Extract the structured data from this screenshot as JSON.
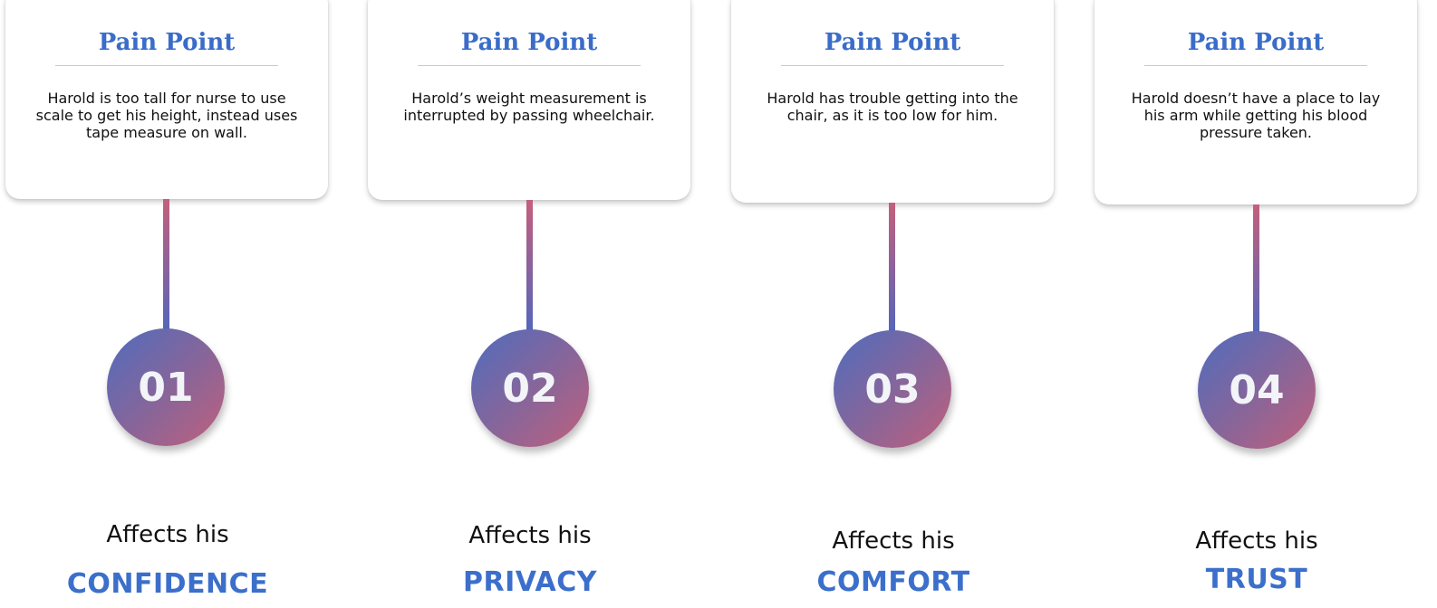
{
  "pain_points": [
    {
      "title": "Pain Point",
      "text": "Harold is too tall for nurse to use scale to get his height, instead uses tape measure on wall.",
      "number": "01",
      "affects_label": "Affects his",
      "keyword": "CONFIDENCE"
    },
    {
      "title": "Pain Point",
      "text": "Harold’s weight measurement is interrupted by passing wheelchair.",
      "number": "02",
      "affects_label": "Affects his",
      "keyword": "PRIVACY"
    },
    {
      "title": "Pain Point",
      "text": "Harold has trouble getting into the chair, as it is too low for him.",
      "number": "03",
      "affects_label": "Affects his",
      "keyword": "COMFORT"
    },
    {
      "title": "Pain Point",
      "text": "Harold doesn’t have a place to lay his arm while getting his blood pressure taken.",
      "number": "04",
      "affects_label": "Affects his",
      "keyword": "TRUST"
    }
  ],
  "colors": {
    "accent": "#3b6fcb",
    "gradient_start": "#4f6cbe",
    "gradient_end": "#c0607c"
  }
}
